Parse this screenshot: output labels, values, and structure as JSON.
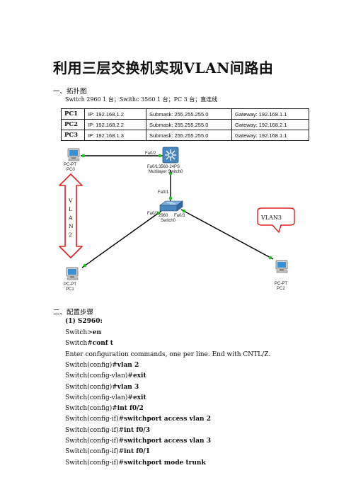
{
  "doc": {
    "title": "利用三层交换机实现VLAN间路由",
    "section1": "一、拓扑图",
    "topology_desc": "Switch  2960 1  台；Swithc  3560 1  台；PC 3  台；直连线",
    "table": [
      [
        "PC1",
        "IP: 192.168.1.2",
        "Submask: 255.255.255.0",
        "Gateway: 192.168.1.1"
      ],
      [
        "PC2",
        "IP: 192.168.2.2",
        "Submask: 255.255.255.0",
        "Gateway: 192.168.2.1"
      ],
      [
        "PC3",
        "IP: 192.168.1.3",
        "Submask: 255.255.255.0",
        "Gateway: 192.168.1.1"
      ]
    ],
    "section2": "二、配置步骤",
    "step1": "(1)   S2960:",
    "commands": [
      {
        "prefix": "Switch>",
        "cmd": "en"
      },
      {
        "prefix": "Switch#",
        "cmd": "conf t"
      },
      {
        "prefix": "Enter configuration commands, one per line.    End with CNTL/Z.",
        "cmd": ""
      },
      {
        "prefix": "Switch(config)#",
        "cmd": "vlan 2"
      },
      {
        "prefix": "Switch(config-vlan)#",
        "cmd": "exit"
      },
      {
        "prefix": "Switch(config)#",
        "cmd": "vlan 3"
      },
      {
        "prefix": "Switch(config-vlan)#",
        "cmd": "exit"
      },
      {
        "prefix": "Switch(config)#",
        "cmd": "int f0/2"
      },
      {
        "prefix": "Switch(config-if)#",
        "cmd": "switchport access vlan 2"
      },
      {
        "prefix": "Switch(config-if)#",
        "cmd": "int f0/3"
      },
      {
        "prefix": "Switch(config-if)#",
        "cmd": "switchport access vlan 3"
      },
      {
        "prefix": "Switch(config-if)#",
        "cmd": "int f0/1"
      },
      {
        "prefix": "Switch(config-if)#",
        "cmd": "switchport mode trunk"
      }
    ]
  },
  "topology": {
    "pc0": [
      "PC-PT",
      "PC0"
    ],
    "pc1": [
      "PC-PT",
      "PC1"
    ],
    "pc2": [
      "PC-PT",
      "PC2"
    ],
    "ml_switch": [
      "Fa0/1",
      "3560-24PS",
      "Multilayer Switch0"
    ],
    "fa02_top": "Fa0/2",
    "switch0_fa01": "Fa0/1",
    "switch0_fa02": "Fa0/2",
    "switch0_fa03": "Fa0/3",
    "switch0_model": "2960",
    "switch0_name": "Switch0",
    "vlan2_letters": [
      "V",
      "L",
      "A",
      "N",
      "2"
    ],
    "vlan3_label": "VLAN3",
    "colors": {
      "link": "#000000",
      "port_dot": "#22c022",
      "vlan_arrow": "#e02020",
      "pc_screen": "#3c8fd6",
      "switch": "#4a86c0"
    }
  }
}
